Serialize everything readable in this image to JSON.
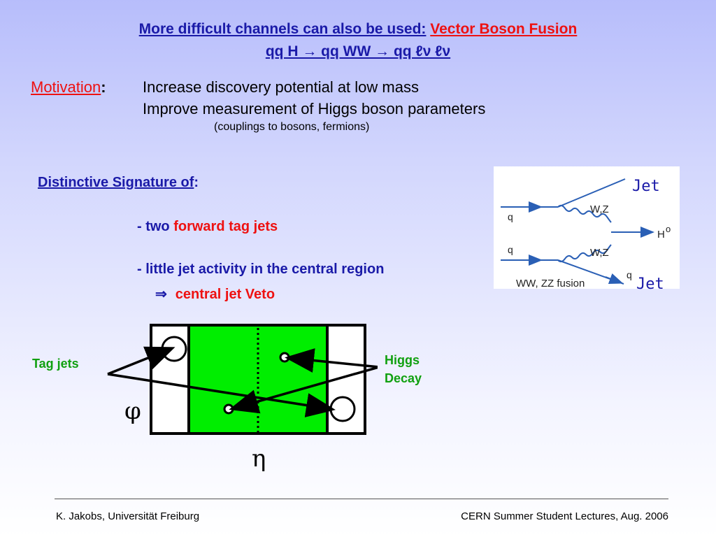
{
  "title": {
    "line1_prefix": "More difficult channels can also be used:",
    "line1_highlight": "Vector Boson Fusion",
    "line2": "qq H → qq WW → qq ℓν ℓν"
  },
  "motivation": {
    "label": "Motivation",
    "colon": ":",
    "line1": "Increase discovery potential at low mass",
    "line2": "Improve measurement of Higgs boson parameters",
    "line3": "(couplings to bosons, fermions)"
  },
  "signature": {
    "heading": "Distinctive Signature of",
    "colon": ":",
    "bullet1_prefix": "-  two",
    "bullet1_highlight": "forward tag jets",
    "bullet2": "-  little jet activity in the central region",
    "bullet3_arrow": "⇒",
    "bullet3": "central jet Veto"
  },
  "feynman": {
    "jet_top": "Jet",
    "jet_bottom": "Jet",
    "q_in_top": "q",
    "q_in_bottom": "q",
    "boson_top": "W,Z",
    "boson_bottom": "W,Z",
    "higgs": "H",
    "higgs_sup": "o",
    "q_out": "q",
    "caption": "WW, ZZ fusion"
  },
  "detector": {
    "tag_jets_label": "Tag jets",
    "higgs_label_line1": "Higgs",
    "higgs_label_line2": "Decay",
    "phi_symbol": "φ",
    "eta_symbol": "η",
    "central_color": "#00ee00"
  },
  "footer": {
    "left": "K. Jakobs,  Universität Freiburg",
    "right": "CERN Summer Student Lectures,  Aug. 2006"
  },
  "colors": {
    "title_blue": "#1a1aa8",
    "accent_red": "#ee1111",
    "label_green": "#10a010"
  }
}
